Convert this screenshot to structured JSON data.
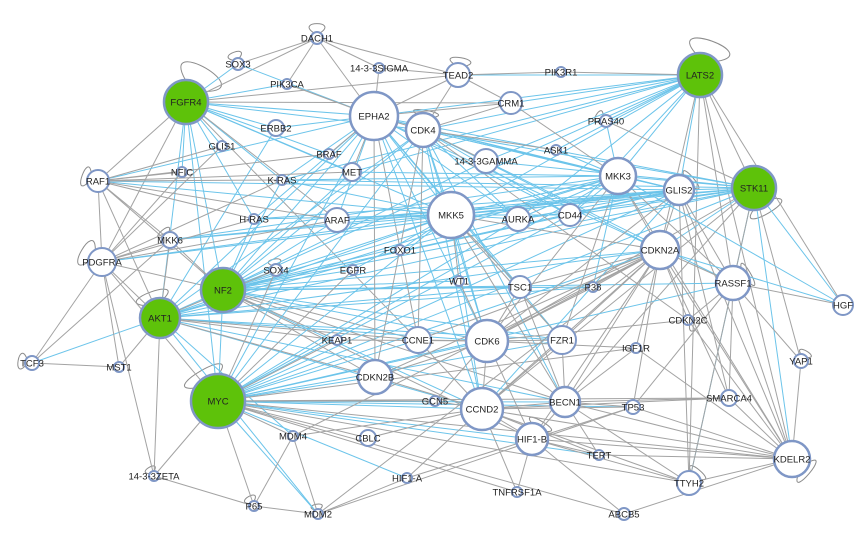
{
  "colors": {
    "highlight_fill": "#5ec20a",
    "node_fill": "#ffffff",
    "node_stroke": "#7f97c6",
    "edge_gray": "#a3a3a3",
    "edge_blue": "#6cc4ea"
  },
  "nodes": [
    {
      "id": "DACH1",
      "label": "DACH1"
    },
    {
      "id": "SOX3",
      "label": "SOX3"
    },
    {
      "id": "PIK3CA",
      "label": "PIK3CA"
    },
    {
      "id": "14-3-3SIGMA",
      "label": "14-3-3SIGMA"
    },
    {
      "id": "TEAD2",
      "label": "TEAD2"
    },
    {
      "id": "PIK3R1",
      "label": "PIK3R1"
    },
    {
      "id": "LATS2",
      "label": "LATS2",
      "highlight": true
    },
    {
      "id": "FGFR4",
      "label": "FGFR4",
      "highlight": true
    },
    {
      "id": "EPHA2",
      "label": "EPHA2"
    },
    {
      "id": "CRM1",
      "label": "CRM1"
    },
    {
      "id": "ERBB2",
      "label": "ERBB2"
    },
    {
      "id": "CDK4",
      "label": "CDK4"
    },
    {
      "id": "PRAS40",
      "label": "PRAS40"
    },
    {
      "id": "GLIS1",
      "label": "GLIS1"
    },
    {
      "id": "BRAF",
      "label": "BRAF"
    },
    {
      "id": "ASK1",
      "label": "ASK1"
    },
    {
      "id": "14-3-3GAMMA",
      "label": "14-3-3GAMMA"
    },
    {
      "id": "NFIC",
      "label": "NFIC"
    },
    {
      "id": "MET",
      "label": "MET"
    },
    {
      "id": "RAF1",
      "label": "RAF1"
    },
    {
      "id": "K-RAS",
      "label": "K-RAS"
    },
    {
      "id": "MKK3",
      "label": "MKK3"
    },
    {
      "id": "STK11",
      "label": "STK11",
      "highlight": true
    },
    {
      "id": "GLIS2",
      "label": "GLIS2"
    },
    {
      "id": "MKK5",
      "label": "MKK5"
    },
    {
      "id": "H-RAS",
      "label": "H-RAS"
    },
    {
      "id": "ARAF",
      "label": "ARAF"
    },
    {
      "id": "AURKA",
      "label": "AURKA"
    },
    {
      "id": "CD44",
      "label": "CD44"
    },
    {
      "id": "MKK6",
      "label": "MKK6"
    },
    {
      "id": "FOXO1",
      "label": "FOXO1"
    },
    {
      "id": "CDKN2A",
      "label": "CDKN2A"
    },
    {
      "id": "PDGFRA",
      "label": "PDGFRA"
    },
    {
      "id": "SOX4",
      "label": "SOX4"
    },
    {
      "id": "EGFR",
      "label": "EGFR"
    },
    {
      "id": "NF2",
      "label": "NF2",
      "highlight": true
    },
    {
      "id": "WT1",
      "label": "WT1"
    },
    {
      "id": "TSC1",
      "label": "TSC1"
    },
    {
      "id": "P38",
      "label": "P38"
    },
    {
      "id": "RASSF1",
      "label": "RASSF1"
    },
    {
      "id": "HGF",
      "label": "HGF"
    },
    {
      "id": "AKT1",
      "label": "AKT1",
      "highlight": true
    },
    {
      "id": "KEAP1",
      "label": "KEAP1"
    },
    {
      "id": "CCNE1",
      "label": "CCNE1"
    },
    {
      "id": "CDK6",
      "label": "CDK6"
    },
    {
      "id": "FZR1",
      "label": "FZR1"
    },
    {
      "id": "CDKN2C",
      "label": "CDKN2C"
    },
    {
      "id": "IGF1R",
      "label": "IGF1R"
    },
    {
      "id": "TCF3",
      "label": "TCF3"
    },
    {
      "id": "MST1",
      "label": "MST1"
    },
    {
      "id": "YAP1",
      "label": "YAP1"
    },
    {
      "id": "CDKN2B",
      "label": "CDKN2B"
    },
    {
      "id": "MYC",
      "label": "MYC",
      "highlight": true
    },
    {
      "id": "GCN5",
      "label": "GCN5"
    },
    {
      "id": "CCND2",
      "label": "CCND2"
    },
    {
      "id": "BECN1",
      "label": "BECN1"
    },
    {
      "id": "TP53",
      "label": "TP53"
    },
    {
      "id": "SMARCA4",
      "label": "SMARCA4"
    },
    {
      "id": "MDM4",
      "label": "MDM4"
    },
    {
      "id": "CBLC",
      "label": "CBLC"
    },
    {
      "id": "HIF1-B",
      "label": "HIF1-B"
    },
    {
      "id": "TERT",
      "label": "TERT"
    },
    {
      "id": "KDELR2",
      "label": "KDELR2"
    },
    {
      "id": "14-3-3ZETA",
      "label": "14-3-3ZETA"
    },
    {
      "id": "HIF1-A",
      "label": "HIF1-A"
    },
    {
      "id": "TTYH2",
      "label": "TTYH2"
    },
    {
      "id": "TNFRSF1A",
      "label": "TNFRSF1A"
    },
    {
      "id": "P65",
      "label": "P65"
    },
    {
      "id": "MDM2",
      "label": "MDM2"
    },
    {
      "id": "ABCB5",
      "label": "ABCB5"
    }
  ]
}
